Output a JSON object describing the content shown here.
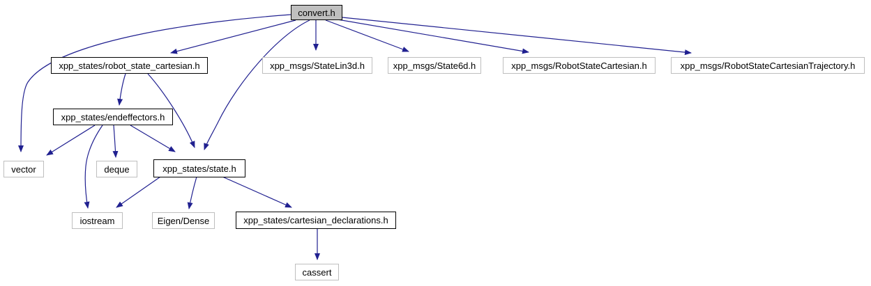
{
  "diagram": {
    "type": "include-dependency-graph",
    "root": "convert.h"
  },
  "colors": {
    "edge": "#202090",
    "current_node_fill": "#bfbfbf",
    "internal_node_border": "#000000",
    "external_node_border": "#bebebe",
    "node_fill": "#ffffff",
    "text": "#000000"
  },
  "nodes": [
    {
      "id": "convert",
      "label": "convert.h",
      "type": "current"
    },
    {
      "id": "robot_state_cart",
      "label": "xpp_states/robot_state_cartesian.h",
      "type": "internal"
    },
    {
      "id": "statelin3d",
      "label": "xpp_msgs/StateLin3d.h",
      "type": "external"
    },
    {
      "id": "state6d",
      "label": "xpp_msgs/State6d.h",
      "type": "external"
    },
    {
      "id": "robotstatecart_msg",
      "label": "xpp_msgs/RobotStateCartesian.h",
      "type": "external"
    },
    {
      "id": "robotstatecart_traj",
      "label": "xpp_msgs/RobotStateCartesianTrajectory.h",
      "type": "external"
    },
    {
      "id": "endeffectors",
      "label": "xpp_states/endeffectors.h",
      "type": "internal"
    },
    {
      "id": "vector",
      "label": "vector",
      "type": "external"
    },
    {
      "id": "deque",
      "label": "deque",
      "type": "external"
    },
    {
      "id": "state",
      "label": "xpp_states/state.h",
      "type": "internal"
    },
    {
      "id": "iostream",
      "label": "iostream",
      "type": "external"
    },
    {
      "id": "eigen_dense",
      "label": "Eigen/Dense",
      "type": "external"
    },
    {
      "id": "cartesian_decl",
      "label": "xpp_states/cartesian_declarations.h",
      "type": "internal"
    },
    {
      "id": "cassert",
      "label": "cassert",
      "type": "external"
    }
  ],
  "edges": [
    {
      "from": "convert.h",
      "to": "vector"
    },
    {
      "from": "convert.h",
      "to": "xpp_states/robot_state_cartesian.h"
    },
    {
      "from": "convert.h",
      "to": "xpp_msgs/StateLin3d.h"
    },
    {
      "from": "convert.h",
      "to": "xpp_msgs/State6d.h"
    },
    {
      "from": "convert.h",
      "to": "xpp_msgs/RobotStateCartesian.h"
    },
    {
      "from": "convert.h",
      "to": "xpp_msgs/RobotStateCartesianTrajectory.h"
    },
    {
      "from": "convert.h",
      "to": "xpp_states/state.h"
    },
    {
      "from": "xpp_states/robot_state_cartesian.h",
      "to": "xpp_states/endeffectors.h"
    },
    {
      "from": "xpp_states/robot_state_cartesian.h",
      "to": "xpp_states/state.h"
    },
    {
      "from": "xpp_states/endeffectors.h",
      "to": "vector"
    },
    {
      "from": "xpp_states/endeffectors.h",
      "to": "deque"
    },
    {
      "from": "xpp_states/endeffectors.h",
      "to": "iostream"
    },
    {
      "from": "xpp_states/endeffectors.h",
      "to": "xpp_states/state.h"
    },
    {
      "from": "xpp_states/state.h",
      "to": "iostream"
    },
    {
      "from": "xpp_states/state.h",
      "to": "Eigen/Dense"
    },
    {
      "from": "xpp_states/state.h",
      "to": "xpp_states/cartesian_declarations.h"
    },
    {
      "from": "xpp_states/cartesian_declarations.h",
      "to": "cassert"
    }
  ]
}
